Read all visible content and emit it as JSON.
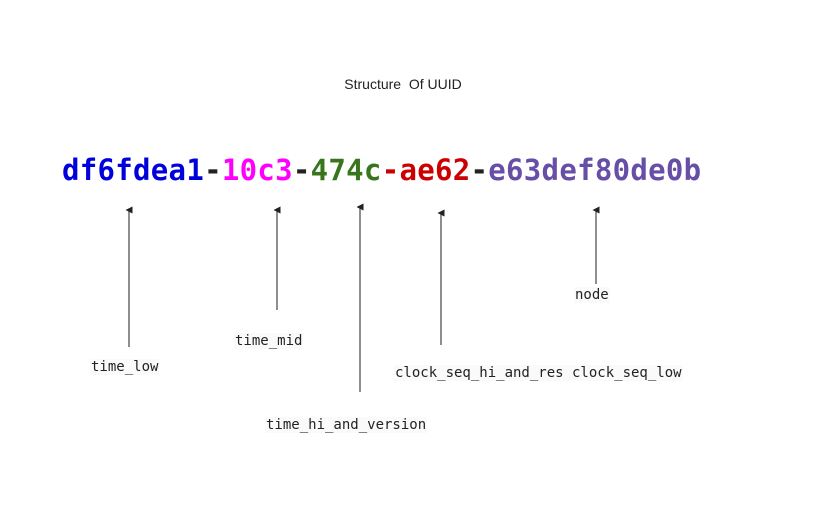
{
  "title": "Structure  Of UUID",
  "uuid": {
    "segments": [
      {
        "text": "df6fdea1",
        "color": "#0000dd"
      },
      {
        "text": "-",
        "color": "#222222"
      },
      {
        "text": "10c3",
        "color": "#ff00ff"
      },
      {
        "text": "-",
        "color": "#222222"
      },
      {
        "text": "474c",
        "color": "#38761d"
      },
      {
        "text": "-ae62",
        "color": "#cc0000"
      },
      {
        "text": "-",
        "color": "#222222"
      },
      {
        "text": "e63def80de0b",
        "color": "#674ea7"
      }
    ]
  },
  "labels": {
    "time_low": "time_low",
    "time_mid": "time_mid",
    "time_hi_and_version": "time_hi_and_version",
    "clock_seq": "clock_seq_hi_and_res clock_seq_low",
    "node": "node"
  }
}
